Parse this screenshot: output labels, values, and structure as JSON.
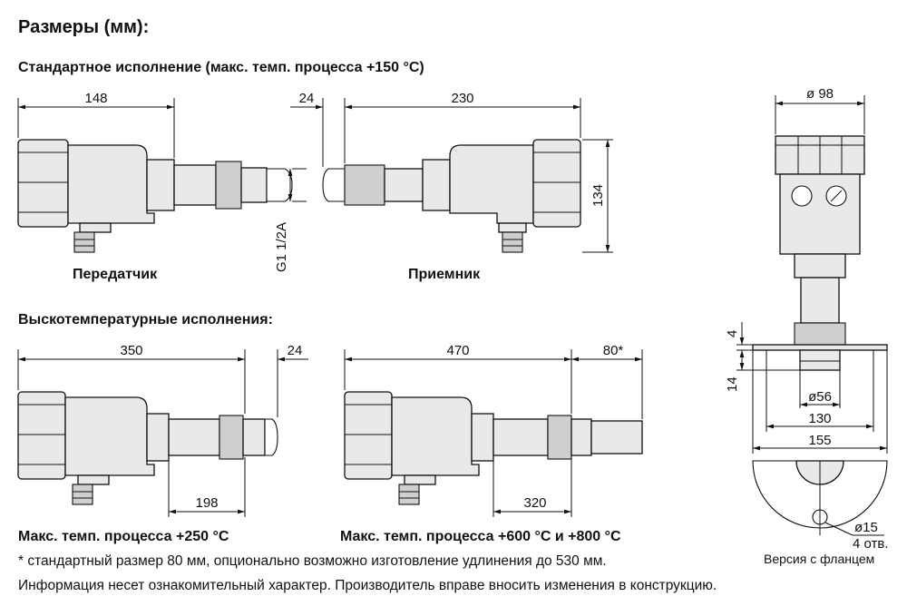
{
  "title": "Размеры (мм):",
  "section_standard": "Стандартное исполнение (макс. темп. процесса +150 °C)",
  "section_hightemp": "Выскотемпературные исполнения:",
  "labels": {
    "transmitter": "Передатчик",
    "receiver": "Приемник",
    "max250": "Макс. темп. процесса +250 °C",
    "max600": "Макс. темп. процесса +600 °C и +800 °C",
    "flange_version": "Версия с фланцем"
  },
  "dimensions": {
    "d148": "148",
    "d24a": "24",
    "d230": "230",
    "d134": "134",
    "thread": "G1 1/2A",
    "d350": "350",
    "d24b": "24",
    "d198": "198",
    "d470": "470",
    "d80": "80*",
    "d320": "320",
    "dia98": "ø 98",
    "d4": "4",
    "d14": "14",
    "dia56": "ø56",
    "d130": "130",
    "d155": "155",
    "dia15": "ø15",
    "holes": "4 отв."
  },
  "notes": {
    "footnote": "* стандартный размер 80 мм, опционально возможно изготовление удлинения до 530 мм.",
    "disclaimer": "Информация несет ознакомительный характер. Производитель вправе вносить изменения в конструкцию."
  }
}
